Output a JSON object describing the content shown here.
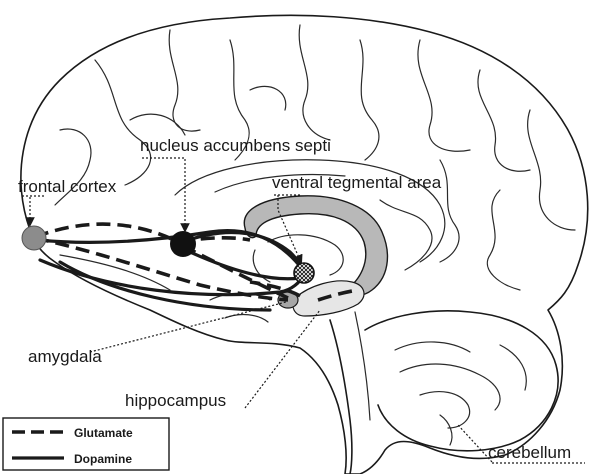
{
  "labels": {
    "frontal_cortex": "frontal cortex",
    "nucleus_accumbens": "nucleus accumbens septi",
    "vta": "ventral tegmental area",
    "amygdala": "amygdala",
    "hippocampus": "hippocampus",
    "cerebellum": "cerebellum"
  },
  "legend": {
    "glutamate": "Glutamate",
    "dopamine": "Dopamine"
  },
  "colors": {
    "frontal_cortex_node": "#8c8c8c",
    "nucleus_accumbens_node": "#111111",
    "corpus_callosum": "#b8b8b8",
    "hippocampus": "#e6e6e6",
    "amygdala": "#a6a6a6"
  }
}
